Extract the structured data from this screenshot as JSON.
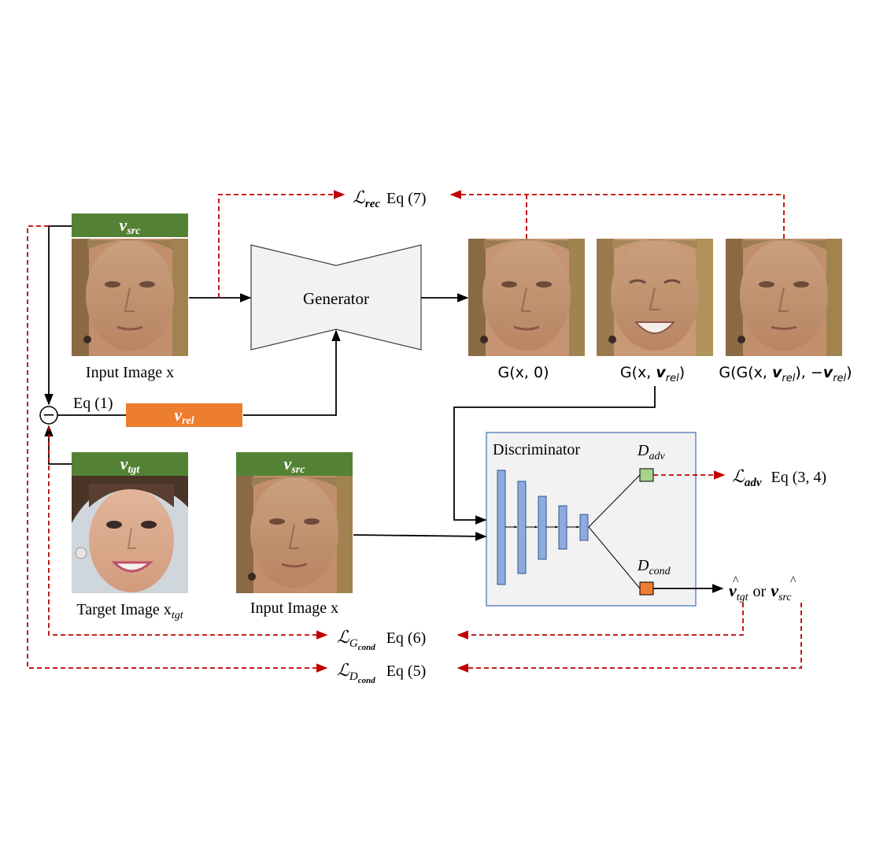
{
  "colors": {
    "green": "#548235",
    "orange": "#ed7d31",
    "red": "#c00000",
    "panel_fill": "#f2f2f2",
    "panel_stroke": "#4a7ab5",
    "layer_fill": "#8faadc",
    "layer_stroke": "#2f5597",
    "adv_fill": "#a9d18e",
    "generator_fill": "#f2f2f2",
    "generator_stroke": "#404040"
  },
  "vectors": {
    "src": "v",
    "src_sub": "src",
    "rel": "v",
    "rel_sub": "rel",
    "tgt": "v",
    "tgt_sub": "tgt"
  },
  "labels": {
    "input_image": "Input Image x",
    "target_image_main": "Target Image x",
    "target_image_sub": "tgt",
    "input_image_2": "Input Image x",
    "generator": "Generator",
    "discriminator": "Discriminator",
    "eq1": "Eq (1)",
    "subtract_symbol": "−",
    "out1": "G(x, 0)",
    "out2_pre": "G(x, ",
    "out2_post": ")",
    "out3_pre": "G(G(x, ",
    "out3_mid": "), −",
    "out3_post": ")",
    "d_adv_main": "D",
    "d_adv_sub": "adv",
    "d_cond_main": "D",
    "d_cond_sub": "cond",
    "cond_out_or": "or",
    "face_icon_name": "face-image-icon"
  },
  "losses": {
    "symbol": "ℒ",
    "rec_sub": "rec",
    "rec_eq": "Eq (7)",
    "adv_sub": "adv",
    "adv_eq": "Eq (3, 4)",
    "gcond_sub": "G",
    "gcond_subsub": "cond",
    "gcond_eq": "Eq (6)",
    "dcond_sub": "D",
    "dcond_subsub": "cond",
    "dcond_eq": "Eq (5)"
  }
}
